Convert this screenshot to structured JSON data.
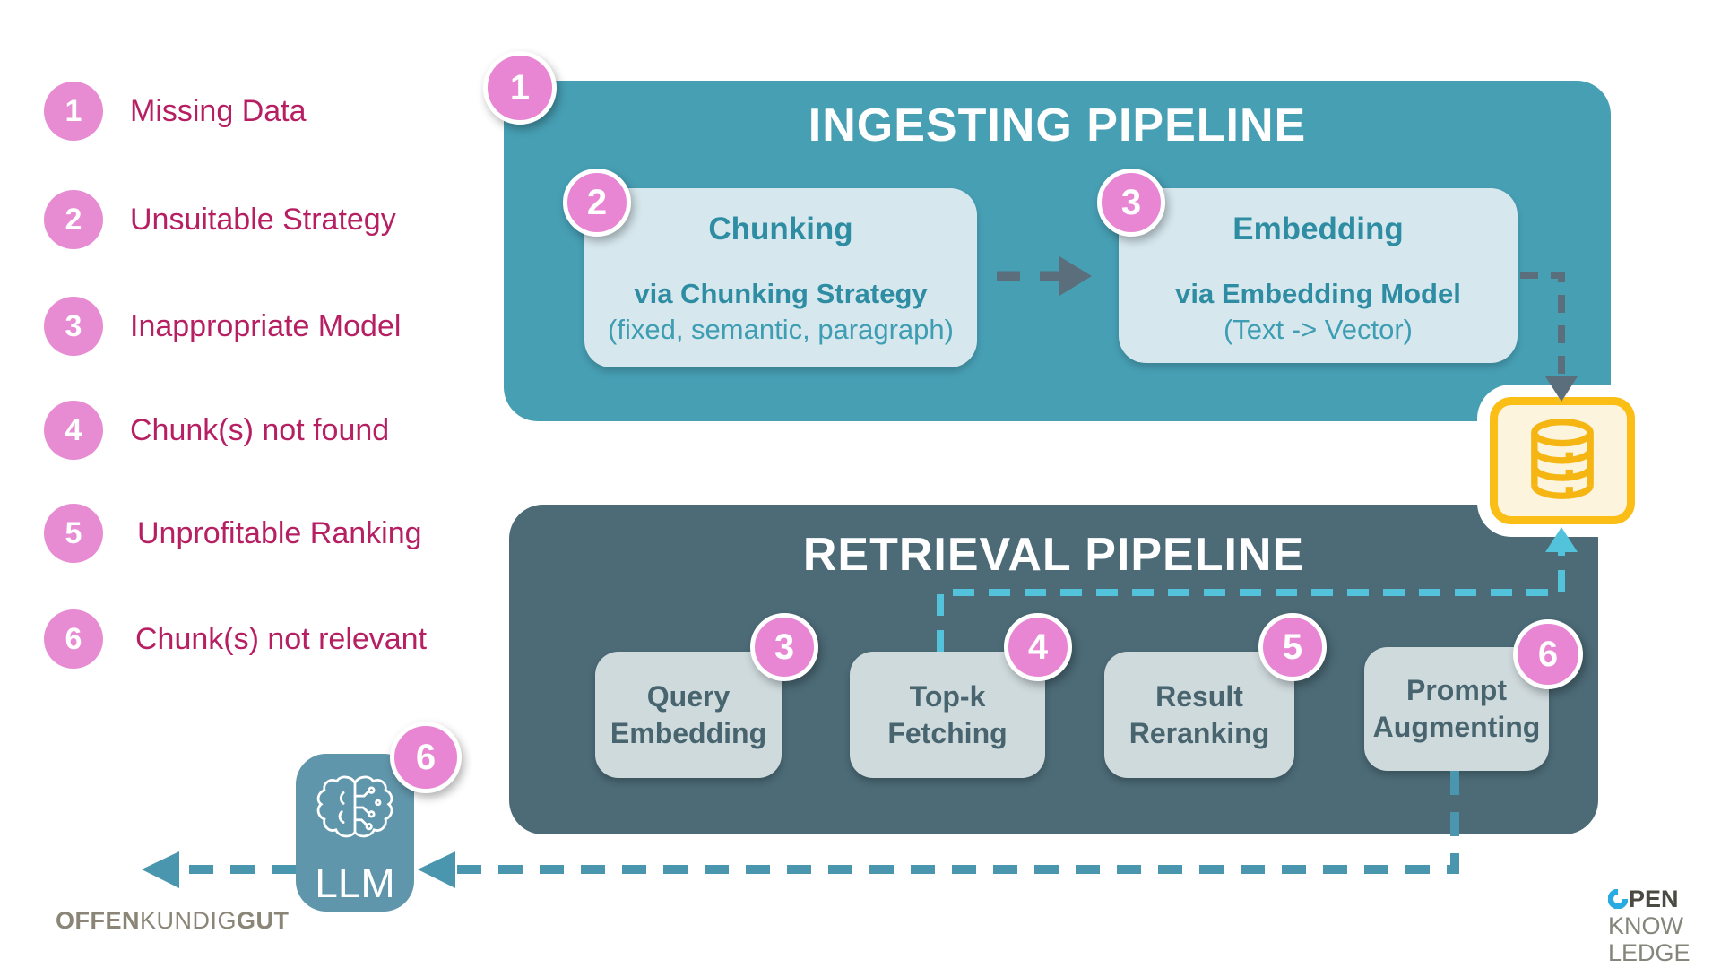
{
  "legend": {
    "items": [
      {
        "number": "1",
        "label": "Missing Data"
      },
      {
        "number": "2",
        "label": "Unsuitable Strategy"
      },
      {
        "number": "3",
        "label": "Inappropriate Model"
      },
      {
        "number": "4",
        "label": "Chunk(s) not found"
      },
      {
        "number": "5",
        "label": "Unprofitable Ranking"
      },
      {
        "number": "6",
        "label": "Chunk(s) not relevant"
      }
    ]
  },
  "ingesting": {
    "title": "INGESTING PIPELINE",
    "badge": "1",
    "chunking": {
      "badge": "2",
      "title": "Chunking",
      "line1": "via Chunking Strategy",
      "line2": "(fixed, semantic, paragraph)"
    },
    "embedding": {
      "badge": "3",
      "title": "Embedding",
      "line1": "via Embedding Model",
      "line2": "(Text -> Vector)"
    }
  },
  "retrieval": {
    "title": "RETRIEVAL PIPELINE",
    "steps": [
      {
        "badge": "3",
        "line1": "Query",
        "line2": "Embedding"
      },
      {
        "badge": "4",
        "line1": "Top-k",
        "line2": "Fetching"
      },
      {
        "badge": "5",
        "line1": "Result",
        "line2": "Reranking"
      },
      {
        "badge": "6",
        "line1": "Prompt",
        "line2": "Augmenting"
      }
    ]
  },
  "database": {
    "icon": "database-icon"
  },
  "llm": {
    "badge": "6",
    "label": "LLM",
    "icon": "brain-icon"
  },
  "logos": {
    "bottom_left": {
      "part1": "OFFEN",
      "part2": "KUNDIG",
      "part3": "GUT"
    },
    "bottom_right": {
      "line1": "PEN",
      "line2": "KNOW",
      "line3": "LEDGE"
    }
  },
  "colors": {
    "ingest_bg": "#479FB4",
    "retrieval_bg": "#4C6B77",
    "process_box_bg": "#D6E8EE",
    "step_box_bg": "#CFDADD",
    "badge_pink": "#E886D4",
    "legend_text": "#B62063",
    "db_gold": "#FBBE16",
    "cyan_dash": "#53C3DC",
    "slate_dash": "#5A6F7B",
    "teal_dash": "#4A96AE",
    "llm_bg": "#6096AB"
  }
}
